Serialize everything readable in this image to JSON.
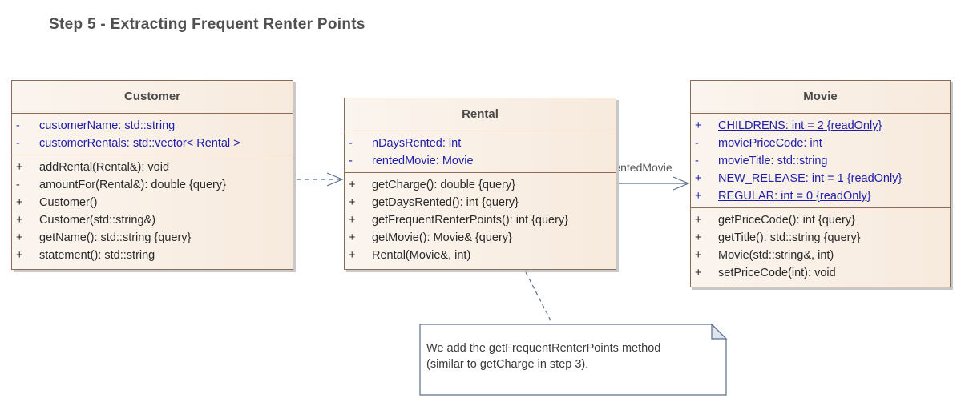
{
  "title": "Step 5 - Extracting Frequent Renter Points",
  "classes": {
    "customer": {
      "name": "Customer",
      "attributes": [
        {
          "vis": "-",
          "text": "customerName: std::string"
        },
        {
          "vis": "-",
          "text": "customerRentals: std::vector< Rental >"
        }
      ],
      "operations": [
        {
          "vis": "+",
          "text": "addRental(Rental&): void"
        },
        {
          "vis": "-",
          "text": "amountFor(Rental&): double {query}"
        },
        {
          "vis": "+",
          "text": "Customer()"
        },
        {
          "vis": "+",
          "text": "Customer(std::string&)"
        },
        {
          "vis": "+",
          "text": "getName(): std::string {query}"
        },
        {
          "vis": "+",
          "text": "statement(): std::string"
        }
      ]
    },
    "rental": {
      "name": "Rental",
      "attributes": [
        {
          "vis": "-",
          "text": "nDaysRented: int"
        },
        {
          "vis": "-",
          "text": "rentedMovie: Movie"
        }
      ],
      "operations": [
        {
          "vis": "+",
          "text": "getCharge(): double {query}"
        },
        {
          "vis": "+",
          "text": "getDaysRented(): int {query}"
        },
        {
          "vis": "+",
          "text": "getFrequentRenterPoints(): int {query}"
        },
        {
          "vis": "+",
          "text": "getMovie(): Movie& {query}"
        },
        {
          "vis": "+",
          "text": "Rental(Movie&, int)"
        }
      ]
    },
    "movie": {
      "name": "Movie",
      "attributes": [
        {
          "vis": "+",
          "text": "CHILDRENS: int = 2 {readOnly}",
          "static": true
        },
        {
          "vis": "-",
          "text": "moviePriceCode: int"
        },
        {
          "vis": "-",
          "text": "movieTitle: std::string"
        },
        {
          "vis": "+",
          "text": "NEW_RELEASE: int = 1 {readOnly}",
          "static": true
        },
        {
          "vis": "+",
          "text": "REGULAR: int = 0 {readOnly}",
          "static": true
        }
      ],
      "operations": [
        {
          "vis": "+",
          "text": "getPriceCode(): int {query}"
        },
        {
          "vis": "+",
          "text": "getTitle(): std::string {query}"
        },
        {
          "vis": "+",
          "text": "Movie(std::string&, int)"
        },
        {
          "vis": "+",
          "text": "setPriceCode(int): void"
        }
      ]
    }
  },
  "association_label": "-rentedMovie",
  "note": {
    "line1": "We add the getFrequentRenterPoints method",
    "line2": "(similar to getCharge in step 3)."
  },
  "colors": {
    "class_border": "#8e6b57",
    "class_fill": "#f7eadd",
    "attribute_text": "#1e1ea8",
    "connector": "#5a6e8c"
  }
}
